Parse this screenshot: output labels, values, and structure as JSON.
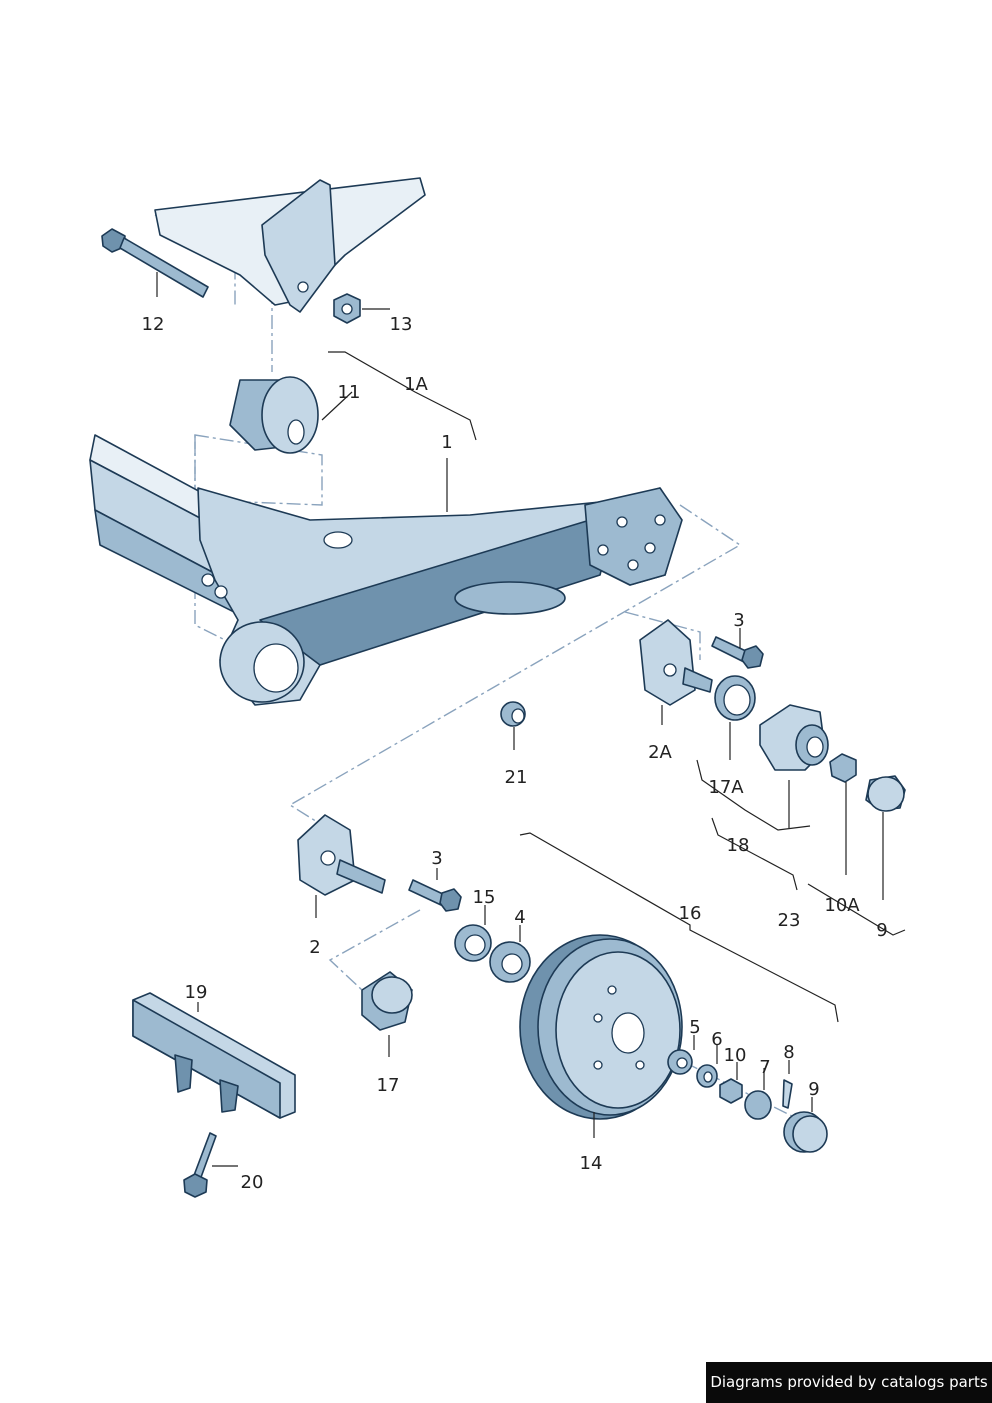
{
  "credit": "Diagrams provided by catalogs parts",
  "labels": {
    "l12": "12",
    "l13": "13",
    "l11": "11",
    "l1A": "1A",
    "l1": "1",
    "l3a": "3",
    "l2A": "2A",
    "l17A": "17A",
    "l21": "21",
    "l18": "18",
    "l10A": "10A",
    "l23": "23",
    "l9a": "9",
    "l3b": "3",
    "l15": "15",
    "l4": "4",
    "l16": "16",
    "l2": "2",
    "l19": "19",
    "l17": "17",
    "l5": "5",
    "l6": "6",
    "l10": "10",
    "l8": "8",
    "l7": "7",
    "l9b": "9",
    "l14": "14",
    "l20": "20"
  },
  "colors": {
    "light": "#c4d7e6",
    "mid": "#9dbad0",
    "dark": "#6f92ad",
    "outline": "#1d3a55",
    "leader": "#8aa3bd"
  }
}
